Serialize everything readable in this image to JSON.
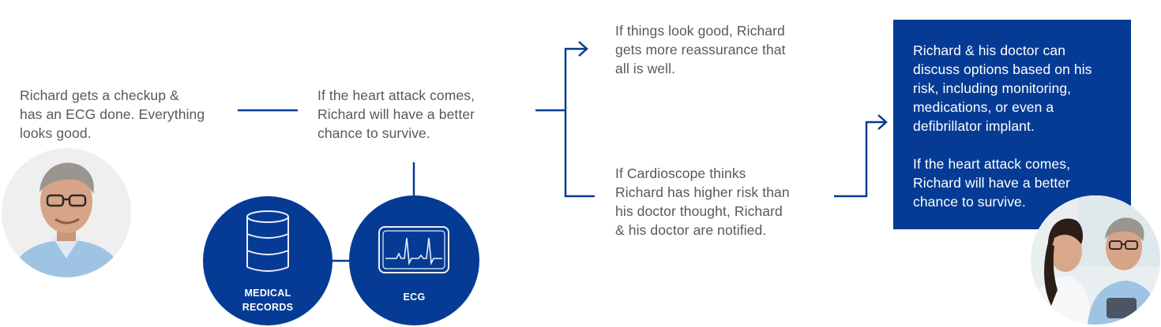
{
  "step1": {
    "lines": [
      "Richard gets a checkup &",
      "has an ECG done. Everything",
      "looks good."
    ]
  },
  "step2": {
    "lines": [
      "If the heart attack comes,",
      "Richard will have a better",
      "chance to survive."
    ]
  },
  "branch_good": {
    "lines": [
      "If things look good, Richard",
      "gets more reassurance that",
      "all is well."
    ]
  },
  "branch_risk": {
    "lines": [
      "If Cardioscope thinks",
      "Richard has higher risk than",
      "his doctor thought, Richard",
      "& his doctor are notified."
    ]
  },
  "outcome": {
    "para1": [
      "Richard & his doctor can",
      "discuss options based on his",
      "risk, including monitoring,",
      "medications, or even a",
      "defibrillator implant."
    ],
    "para2": [
      "If the heart attack comes,",
      "Richard will have a better",
      "chance to survive."
    ]
  },
  "sources": {
    "records": {
      "lines": [
        "MEDICAL",
        "RECORDS"
      ],
      "icon": "database-icon"
    },
    "ecg": {
      "label": "ECG",
      "icon": "ecg-monitor-icon"
    }
  },
  "colors": {
    "primary": "#053B94",
    "text": "#55595f",
    "background": "#ffffff"
  }
}
